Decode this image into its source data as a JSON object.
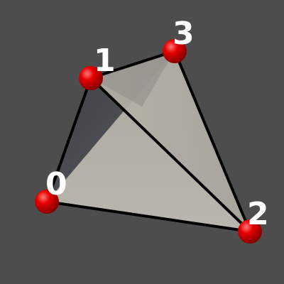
{
  "scene": {
    "background_color": "#4d4d4d",
    "face_color": "#b3b0a6",
    "edge_color": "#000000",
    "vertex_color": "#e00000",
    "vertices": [
      {
        "id": "v0",
        "label": "0"
      },
      {
        "id": "v1",
        "label": "1"
      },
      {
        "id": "v2",
        "label": "2"
      },
      {
        "id": "v3",
        "label": "3"
      }
    ]
  }
}
